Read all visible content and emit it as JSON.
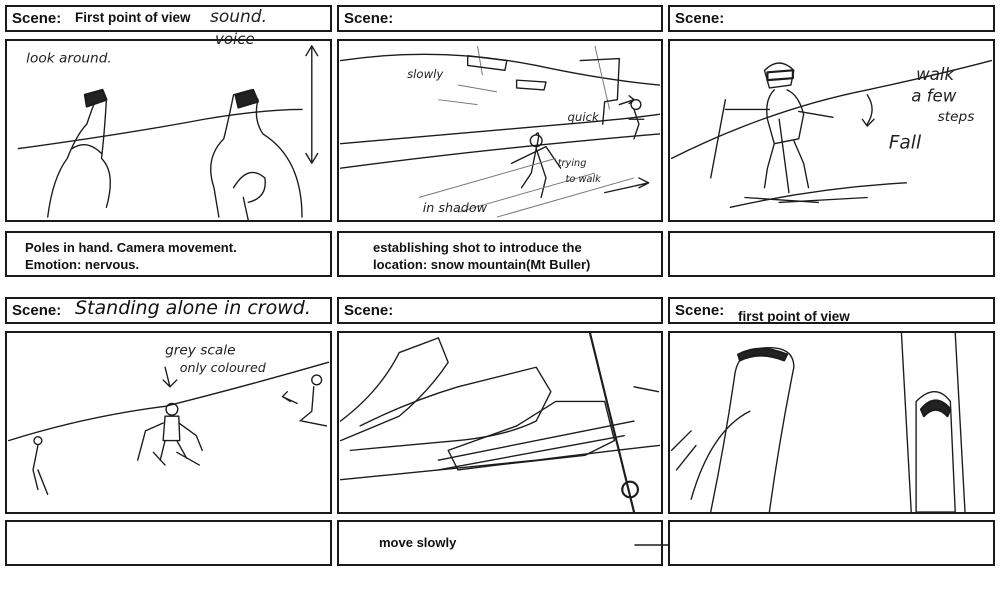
{
  "scene_label": "Scene:",
  "panels": [
    {
      "scene": "First point of view",
      "hand_notes": [
        "look around.",
        "sound.",
        "voice"
      ],
      "note": "Poles in hand. Camera movement.\nEmotion: nervous."
    },
    {
      "scene": "",
      "hand_notes": [
        "slowly",
        "quick",
        "trying",
        "to walk",
        "in shadow"
      ],
      "note": "establishing shot to introduce the\nlocation: snow mountain(Mt Buller)"
    },
    {
      "scene": "",
      "hand_notes": [
        "walk",
        "a few",
        "steps",
        "Fall"
      ],
      "note": ""
    },
    {
      "scene": "Standing alone in crowd.",
      "hand_notes": [
        "grey scale",
        "only coloured"
      ],
      "note": ""
    },
    {
      "scene": "",
      "hand_notes": [],
      "note": "move slowly"
    },
    {
      "scene": "first point of view",
      "hand_notes": [],
      "note": ""
    }
  ]
}
